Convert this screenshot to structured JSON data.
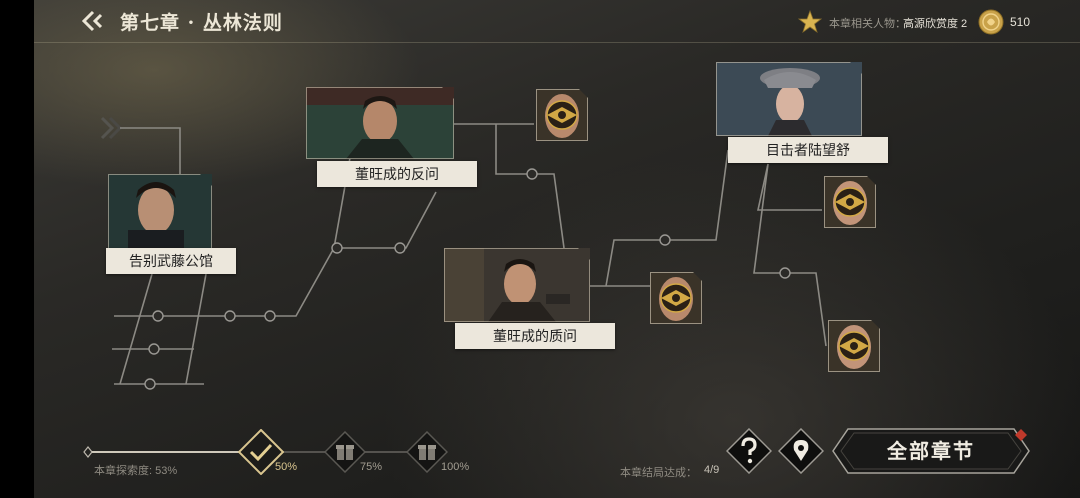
{
  "header": {
    "chapter_title": "第七章 · 丛林法则",
    "favor_label": "本章相关人物：",
    "favor_value": "高源欣赏度 2",
    "coins": "510"
  },
  "story_nodes": [
    {
      "id": "farewell",
      "label": "告别武藤公馆",
      "icon": "portrait"
    },
    {
      "id": "question1",
      "label": "董旺成的反问",
      "icon": "portrait"
    },
    {
      "id": "question2",
      "label": "董旺成的质问",
      "icon": "portrait"
    },
    {
      "id": "witness",
      "label": "目击者陆望舒",
      "icon": "portrait"
    }
  ],
  "locked_nodes": [
    {
      "id": "mask-1",
      "icon": "masked-emblem-icon"
    },
    {
      "id": "mask-2",
      "icon": "masked-emblem-icon"
    },
    {
      "id": "mask-3",
      "icon": "masked-emblem-icon"
    },
    {
      "id": "mask-4",
      "icon": "masked-emblem-icon"
    }
  ],
  "progress": {
    "explore_label": "本章探索度:",
    "explore_value": "53%",
    "explore_fraction": 0.53,
    "milestones": [
      {
        "label": "50%",
        "state": "achieved",
        "icon": "check-icon"
      },
      {
        "label": "75%",
        "state": "locked",
        "icon": "gift-icon"
      },
      {
        "label": "100%",
        "state": "locked",
        "icon": "gift-icon"
      }
    ],
    "ending_label": "本章结局达成：",
    "ending_value": "4/9"
  },
  "buttons": {
    "help_icon": "question-icon",
    "map_icon": "location-pin-icon",
    "all_chapters": "全部章节"
  },
  "colors": {
    "accent_gold": "#d9b450",
    "label_bg": "#ece7dc",
    "line": "#8c8a84",
    "notification": "#c0392b"
  }
}
